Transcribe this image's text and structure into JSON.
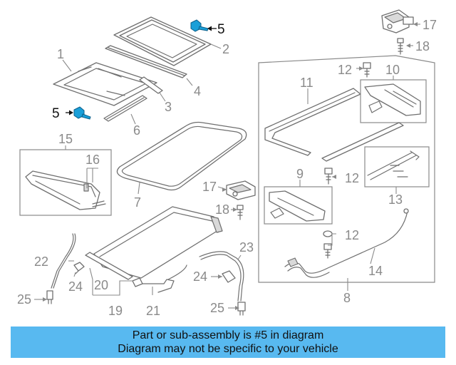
{
  "diagram": {
    "callouts": {
      "c1": "1",
      "c2": "2",
      "c3": "3",
      "c4": "4",
      "c5a": "5",
      "c5b": "5",
      "c6": "6",
      "c7": "7",
      "c8": "8",
      "c9": "9",
      "c10": "10",
      "c11": "11",
      "c12a": "12",
      "c12b": "12",
      "c12c": "12",
      "c13": "13",
      "c14": "14",
      "c15": "15",
      "c16": "16",
      "c17a": "17",
      "c17b": "17",
      "c18a": "18",
      "c18b": "18",
      "c19": "19",
      "c20": "20",
      "c21": "21",
      "c22": "22",
      "c23": "23",
      "c24a": "24",
      "c24b": "24",
      "c25a": "25",
      "c25b": "25"
    },
    "highlighted_part": "5",
    "colors": {
      "highlight": "#1a9fd8",
      "banner": "#58b9f0",
      "callout": "#8a8a8a"
    }
  },
  "banner": {
    "line1": "Part or sub-assembly is #5 in diagram",
    "line2": "Diagram may not be specific to your vehicle"
  }
}
